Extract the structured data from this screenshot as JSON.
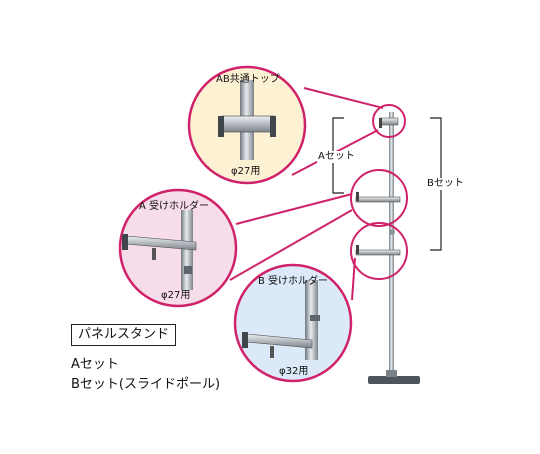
{
  "circles": {
    "ab_top": {
      "label": "AB共通トップ",
      "size": "φ27用",
      "bg": "#fdf1d4"
    },
    "a_holder": {
      "label": "A 受けホルダー",
      "size": "φ27用",
      "bg": "#f7dcea"
    },
    "b_holder": {
      "label": "B 受けホルダー",
      "size": "φ32用",
      "bg": "#dbe9f8"
    }
  },
  "brackets": {
    "a_set": "Aセット",
    "b_set": "Bセット"
  },
  "title": "パネルスタンド",
  "sets": [
    "Aセット",
    "Bセット(スライドポール)"
  ],
  "colors": {
    "ring": "#d0226a",
    "metal": "#9aa3aa",
    "metal_dark": "#5e666d"
  }
}
